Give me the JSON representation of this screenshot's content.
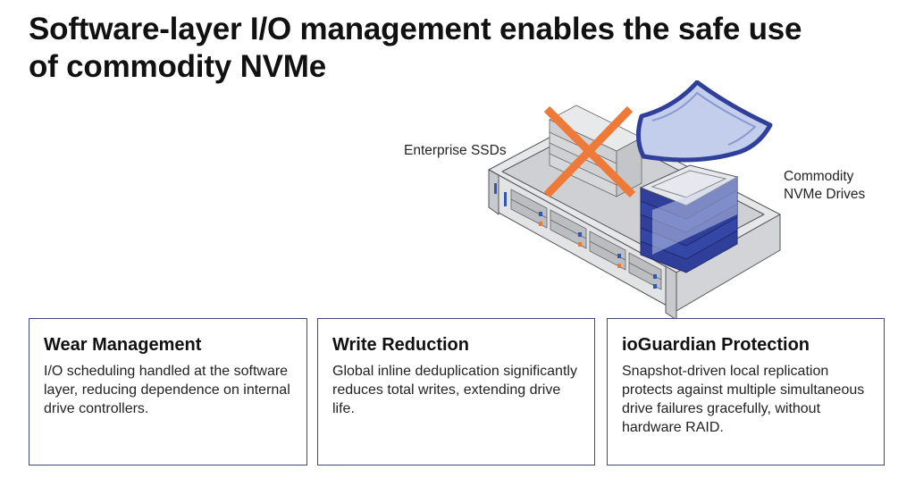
{
  "title": "Software-layer I/O management enables the safe use of commodity NVMe",
  "illustration": {
    "label_enterprise": "Enterprise SSDs",
    "label_commodity": "Commodity NVMe Drives",
    "colors": {
      "cross": "#ee7a3a",
      "nvme": "#2f3f9a",
      "shield": "#2f3f9a",
      "server": "#d9dadc"
    }
  },
  "cards": [
    {
      "title": "Wear Management",
      "body": "I/O scheduling handled at the software layer, reducing dependence on internal drive controllers."
    },
    {
      "title": "Write Reduction",
      "body": "Global inline deduplication significantly reduces total writes, extending drive life."
    },
    {
      "title": "ioGuardian Protection",
      "body": "Snapshot-driven local replication protects against multiple simultaneous drive failures gracefully, without hardware RAID."
    }
  ]
}
